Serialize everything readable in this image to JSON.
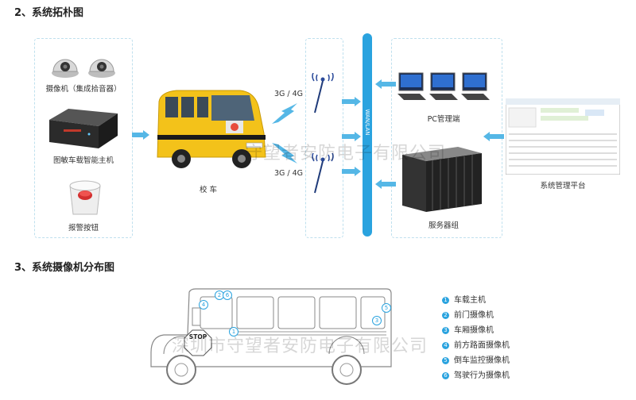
{
  "topology": {
    "title": "2、系统拓朴图",
    "camera_label": "摄像机（集成拾音器）",
    "dvr_label": "图敏车载智能主机",
    "alarm_label": "报警按钮",
    "bus_label": "校 车",
    "net_top": "3G / 4G",
    "net_bottom": "3G / 4G",
    "wan": "WAN/LAN",
    "pc_label": "PC管理端",
    "server_label": "服务器组",
    "platform_label": "系统管理平台"
  },
  "distribution": {
    "title": "3、系统摄像机分布图",
    "legend": [
      {
        "num": "1",
        "label": "车载主机"
      },
      {
        "num": "2",
        "label": "前门摄像机"
      },
      {
        "num": "3",
        "label": "车厢摄像机"
      },
      {
        "num": "4",
        "label": "前方路面摄像机"
      },
      {
        "num": "5",
        "label": "倒车监控摄像机"
      },
      {
        "num": "6",
        "label": "驾驶行为摄像机"
      }
    ],
    "stop_sign": "STOP"
  },
  "watermark": {
    "top": "守望者安防电子有限公司",
    "bottom": "深圳市守望者安防电子有限公司"
  },
  "colors": {
    "accent": "#2aa3df",
    "bus": "#f3c21a"
  }
}
